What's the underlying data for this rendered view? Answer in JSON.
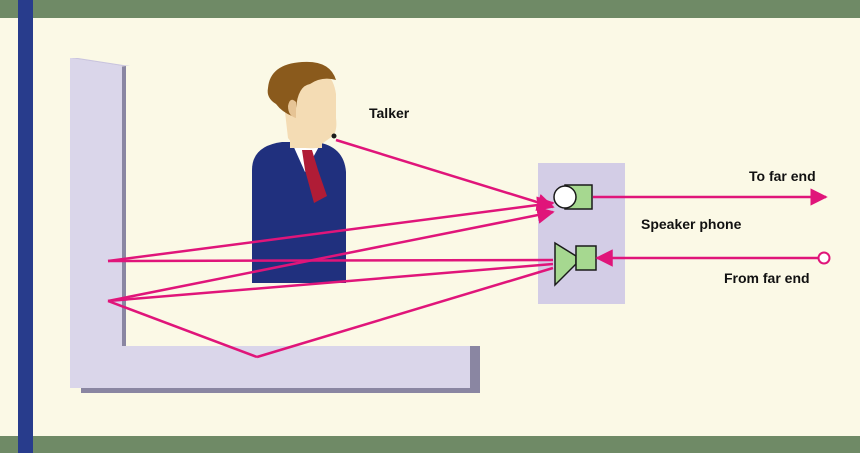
{
  "labels": {
    "talker": "Talker",
    "to_far_end": "To far end",
    "speaker_phone": "Speaker phone",
    "from_far_end": "From far end"
  },
  "colors": {
    "background": "#fbf9e6",
    "top_border": "#6f8a66",
    "bottom_border": "#6f8a66",
    "left_border": "#283c8c",
    "wall": "#dad6ea",
    "wall_shadow": "#8a86a2",
    "signal_path": "#e0157a",
    "phone_body": "#d3cde6",
    "suit": "#20307e",
    "tie": "#b01c36",
    "skin": "#f4dcb4",
    "hair": "#8a5a1c",
    "speaker_grille": "#a6d890"
  },
  "icons": {
    "talker": "person-icon",
    "microphone": "microphone-icon",
    "loudspeaker": "loudspeaker-icon"
  }
}
